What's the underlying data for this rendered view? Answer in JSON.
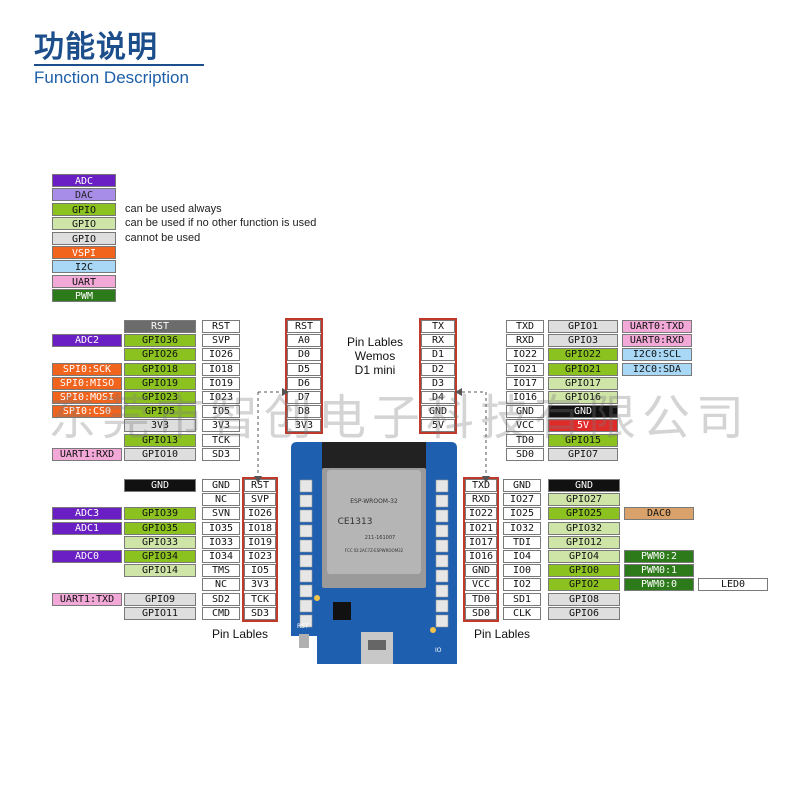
{
  "title": {
    "cn": "功能说明",
    "en": "Function Description"
  },
  "colors": {
    "adc": "#6a1fc4",
    "dac": "#a88de8",
    "gpio": "#8cc21f",
    "gpio_cond": "#cfe5a8",
    "gpio_no": "#dedede",
    "vspi": "#f0641e",
    "i2c": "#a8d8f5",
    "uart": "#f2a9d8",
    "pwm": "#2d7a1a",
    "rst": "#6c6c6c",
    "gnd": "#111111",
    "pwr": "#e02b2b",
    "dac_chan": "#d9a26a"
  },
  "legend": [
    {
      "label": "ADC",
      "desc": ""
    },
    {
      "label": "DAC",
      "desc": ""
    },
    {
      "label": "GPIO",
      "desc": "can be used always"
    },
    {
      "label": "GPIO",
      "desc": "can be used if no other function is used"
    },
    {
      "label": "GPIO",
      "desc": "cannot be used"
    },
    {
      "label": "VSPI",
      "desc": ""
    },
    {
      "label": "I2C",
      "desc": ""
    },
    {
      "label": "UART",
      "desc": ""
    },
    {
      "label": "PWM",
      "desc": ""
    }
  ],
  "center_header": {
    "line1": "Pin Lables",
    "line2": "Wemos",
    "line3": "D1 mini"
  },
  "bottom_labels": {
    "left": "Pin Lables",
    "right": "Pin Lables"
  },
  "d1": {
    "left": [
      "RST",
      "A0",
      "D0",
      "D5",
      "D6",
      "D7",
      "D8",
      "3V3"
    ],
    "right": [
      "TX",
      "RX",
      "D1",
      "D2",
      "D3",
      "D4",
      "GND",
      "5V"
    ]
  },
  "top_left": {
    "ext": [
      "",
      "ADC2",
      "",
      "SPI0:SCK",
      "SPI0:MISO",
      "SPI0:MOSI",
      "SPI0:CS0",
      "",
      "",
      "UART1:RXD"
    ],
    "gpio": [
      "RST",
      "GPIO36",
      "GPIO26",
      "GPIO18",
      "GPIO19",
      "GPIO23",
      "GPIO5",
      "3V3",
      "GPIO13",
      "GPIO10"
    ],
    "io": [
      "RST",
      "SVP",
      "IO26",
      "IO18",
      "IO19",
      "IO23",
      "IO5",
      "3V3",
      "TCK",
      "SD3"
    ]
  },
  "top_right": {
    "io": [
      "TXD",
      "RXD",
      "IO22",
      "IO21",
      "IO17",
      "IO16",
      "GND",
      "VCC",
      "TD0",
      "SD0"
    ],
    "gpio": [
      "GPIO1",
      "GPIO3",
      "GPIO22",
      "GPIO21",
      "GPIO17",
      "GPIO16",
      "GND",
      "5V",
      "GPIO15",
      "GPIO7"
    ],
    "ext": [
      "UART0:TXD",
      "UART0:RXD",
      "I2C0:SCL",
      "I2C0:SDA",
      "",
      "",
      "",
      "",
      "",
      ""
    ]
  },
  "bottom_left": {
    "ext": [
      "",
      "",
      "ADC3",
      "ADC1",
      "",
      "ADC0",
      "",
      "",
      "UART1:TXD",
      ""
    ],
    "gpio": [
      "GND",
      "",
      "GPIO39",
      "GPIO35",
      "GPIO33",
      "GPIO34",
      "GPIO14",
      "",
      "GPIO9",
      "GPIO11"
    ],
    "io": [
      "GND",
      "NC",
      "SVN",
      "IO35",
      "IO33",
      "IO34",
      "TMS",
      "NC",
      "SD2",
      "CMD"
    ],
    "io2": [
      "RST",
      "SVP",
      "IO26",
      "IO18",
      "IO19",
      "IO23",
      "IO5",
      "3V3",
      "TCK",
      "SD3"
    ]
  },
  "bottom_right": {
    "io": [
      "TXD",
      "RXD",
      "IO22",
      "IO21",
      "IO17",
      "IO16",
      "GND",
      "VCC",
      "TD0",
      "SD0"
    ],
    "io2": [
      "GND",
      "IO27",
      "IO25",
      "IO32",
      "TDI",
      "IO4",
      "IO0",
      "IO2",
      "SD1",
      "CLK"
    ],
    "gpio": [
      "GND",
      "GPIO27",
      "GPIO25",
      "GPIO32",
      "GPIO12",
      "GPIO4",
      "GPIO0",
      "GPIO2",
      "GPIO8",
      "GPIO6"
    ],
    "ext": [
      "",
      "",
      "DAC0",
      "",
      "",
      "PWM0:2",
      "PWM0:1",
      "PWM0:0",
      "",
      ""
    ],
    "led": "LED0"
  },
  "board": {
    "module_line1": "ESP-WROOM-32",
    "module_line2": "CE1313",
    "module_line3": "211-161007",
    "module_line4": "FCC ID:2AC7Z-ESPWROOM32",
    "rst_label": "RST",
    "io_label": "IO"
  },
  "watermark": "东莞市智创电子科技有限公司"
}
